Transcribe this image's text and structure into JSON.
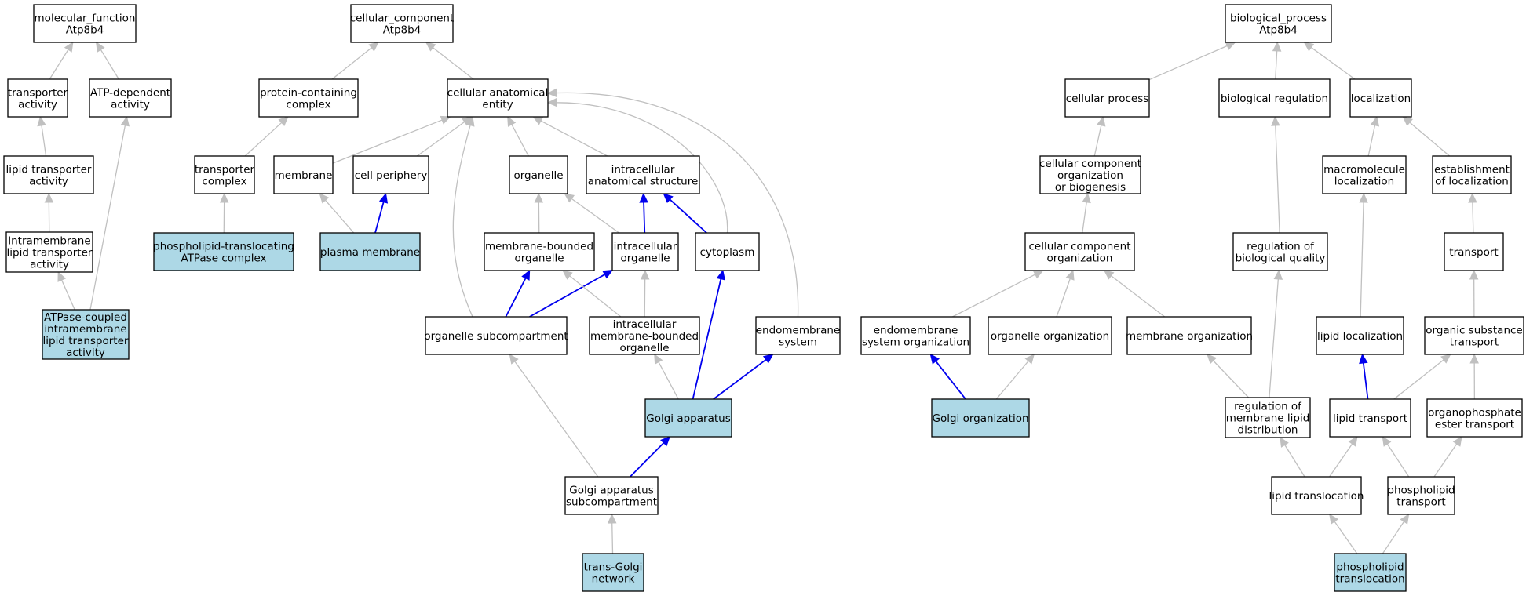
{
  "diagram": {
    "nodes": [
      {
        "id": "mf",
        "lines": [
          "molecular_function",
          "Atp8b4"
        ],
        "highlight": false
      },
      {
        "id": "ta",
        "lines": [
          "transporter",
          "activity"
        ],
        "highlight": false
      },
      {
        "id": "atpdep",
        "lines": [
          "ATP-dependent",
          "activity"
        ],
        "highlight": false
      },
      {
        "id": "lta",
        "lines": [
          "lipid transporter",
          "activity"
        ],
        "highlight": false
      },
      {
        "id": "imlta",
        "lines": [
          "intramembrane",
          "lipid transporter",
          "activity"
        ],
        "highlight": false
      },
      {
        "id": "atpcoupled",
        "lines": [
          "ATPase-coupled",
          "intramembrane",
          "lipid transporter",
          "activity"
        ],
        "highlight": true
      },
      {
        "id": "cc",
        "lines": [
          "cellular_component",
          "Atp8b4"
        ],
        "highlight": false
      },
      {
        "id": "pcc",
        "lines": [
          "protein-containing",
          "complex"
        ],
        "highlight": false
      },
      {
        "id": "cae",
        "lines": [
          "cellular anatomical",
          "entity"
        ],
        "highlight": false
      },
      {
        "id": "tc",
        "lines": [
          "transporter",
          "complex"
        ],
        "highlight": false
      },
      {
        "id": "membrane",
        "lines": [
          "membrane"
        ],
        "highlight": false
      },
      {
        "id": "cellper",
        "lines": [
          "cell periphery"
        ],
        "highlight": false
      },
      {
        "id": "organelle",
        "lines": [
          "organelle"
        ],
        "highlight": false
      },
      {
        "id": "ias",
        "lines": [
          "intracellular",
          "anatomical structure"
        ],
        "highlight": false
      },
      {
        "id": "pltc",
        "lines": [
          "phospholipid-translocating",
          "ATPase complex"
        ],
        "highlight": true
      },
      {
        "id": "pm",
        "lines": [
          "plasma membrane"
        ],
        "highlight": true
      },
      {
        "id": "mbo",
        "lines": [
          "membrane-bounded",
          "organelle"
        ],
        "highlight": false
      },
      {
        "id": "io",
        "lines": [
          "intracellular",
          "organelle"
        ],
        "highlight": false
      },
      {
        "id": "cyto",
        "lines": [
          "cytoplasm"
        ],
        "highlight": false
      },
      {
        "id": "osc",
        "lines": [
          "organelle subcompartment"
        ],
        "highlight": false
      },
      {
        "id": "imbo",
        "lines": [
          "intracellular",
          "membrane-bounded",
          "organelle"
        ],
        "highlight": false
      },
      {
        "id": "endosys",
        "lines": [
          "endomembrane",
          "system"
        ],
        "highlight": false
      },
      {
        "id": "golgi",
        "lines": [
          "Golgi apparatus"
        ],
        "highlight": true
      },
      {
        "id": "gas",
        "lines": [
          "Golgi apparatus",
          "subcompartment"
        ],
        "highlight": false
      },
      {
        "id": "tgn",
        "lines": [
          "trans-Golgi",
          "network"
        ],
        "highlight": true
      },
      {
        "id": "bp",
        "lines": [
          "biological_process",
          "Atp8b4"
        ],
        "highlight": false
      },
      {
        "id": "cellproc",
        "lines": [
          "cellular process"
        ],
        "highlight": false
      },
      {
        "id": "bioreg",
        "lines": [
          "biological regulation"
        ],
        "highlight": false
      },
      {
        "id": "loc",
        "lines": [
          "localization"
        ],
        "highlight": false
      },
      {
        "id": "ccob",
        "lines": [
          "cellular component",
          "organization",
          "or biogenesis"
        ],
        "highlight": false
      },
      {
        "id": "macloc",
        "lines": [
          "macromolecule",
          "localization"
        ],
        "highlight": false
      },
      {
        "id": "estloc",
        "lines": [
          "establishment",
          "of localization"
        ],
        "highlight": false
      },
      {
        "id": "cco",
        "lines": [
          "cellular component",
          "organization"
        ],
        "highlight": false
      },
      {
        "id": "rbq",
        "lines": [
          "regulation of",
          "biological quality"
        ],
        "highlight": false
      },
      {
        "id": "transport",
        "lines": [
          "transport"
        ],
        "highlight": false
      },
      {
        "id": "eso",
        "lines": [
          "endomembrane",
          "system organization"
        ],
        "highlight": false
      },
      {
        "id": "oo",
        "lines": [
          "organelle organization"
        ],
        "highlight": false
      },
      {
        "id": "mo",
        "lines": [
          "membrane organization"
        ],
        "highlight": false
      },
      {
        "id": "lipidloc",
        "lines": [
          "lipid localization"
        ],
        "highlight": false
      },
      {
        "id": "ost",
        "lines": [
          "organic substance",
          "transport"
        ],
        "highlight": false
      },
      {
        "id": "golgiorg",
        "lines": [
          "Golgi organization"
        ],
        "highlight": true
      },
      {
        "id": "rmld",
        "lines": [
          "regulation of",
          "membrane lipid",
          "distribution"
        ],
        "highlight": false
      },
      {
        "id": "lipidtr",
        "lines": [
          "lipid transport"
        ],
        "highlight": false
      },
      {
        "id": "opet",
        "lines": [
          "organophosphate",
          "ester transport"
        ],
        "highlight": false
      },
      {
        "id": "lipidtl",
        "lines": [
          "lipid translocation"
        ],
        "highlight": false
      },
      {
        "id": "pltr",
        "lines": [
          "phospholipid",
          "transport"
        ],
        "highlight": false
      },
      {
        "id": "pltl",
        "lines": [
          "phospholipid",
          "translocation"
        ],
        "highlight": true
      }
    ],
    "edges": [
      {
        "from": "ta",
        "to": "mf",
        "color": "gray"
      },
      {
        "from": "atpdep",
        "to": "mf",
        "color": "gray"
      },
      {
        "from": "lta",
        "to": "ta",
        "color": "gray"
      },
      {
        "from": "imlta",
        "to": "lta",
        "color": "gray"
      },
      {
        "from": "atpcoupled",
        "to": "imlta",
        "color": "gray"
      },
      {
        "from": "atpcoupled",
        "to": "atpdep",
        "color": "gray"
      },
      {
        "from": "pcc",
        "to": "cc",
        "color": "gray"
      },
      {
        "from": "cae",
        "to": "cc",
        "color": "gray"
      },
      {
        "from": "tc",
        "to": "pcc",
        "color": "gray"
      },
      {
        "from": "pltc",
        "to": "tc",
        "color": "gray"
      },
      {
        "from": "membrane",
        "to": "cae",
        "color": "gray"
      },
      {
        "from": "cellper",
        "to": "cae",
        "color": "gray"
      },
      {
        "from": "organelle",
        "to": "cae",
        "color": "gray"
      },
      {
        "from": "ias",
        "to": "cae",
        "color": "gray"
      },
      {
        "from": "cyto",
        "to": "cae",
        "color": "gray",
        "curve": "right"
      },
      {
        "from": "endosys",
        "to": "cae",
        "color": "gray",
        "curve": "wide"
      },
      {
        "from": "osc",
        "to": "cae",
        "color": "gray",
        "curve": "left"
      },
      {
        "from": "pm",
        "to": "membrane",
        "color": "gray"
      },
      {
        "from": "pm",
        "to": "cellper",
        "color": "blue"
      },
      {
        "from": "mbo",
        "to": "organelle",
        "color": "gray"
      },
      {
        "from": "io",
        "to": "organelle",
        "color": "gray"
      },
      {
        "from": "io",
        "to": "ias",
        "color": "blue"
      },
      {
        "from": "cyto",
        "to": "ias",
        "color": "blue"
      },
      {
        "from": "osc",
        "to": "mbo",
        "color": "blue"
      },
      {
        "from": "osc",
        "to": "io",
        "color": "blue"
      },
      {
        "from": "imbo",
        "to": "mbo",
        "color": "gray"
      },
      {
        "from": "imbo",
        "to": "io",
        "color": "gray"
      },
      {
        "from": "golgi",
        "to": "imbo",
        "color": "gray"
      },
      {
        "from": "golgi",
        "to": "cyto",
        "color": "blue"
      },
      {
        "from": "golgi",
        "to": "endosys",
        "color": "blue"
      },
      {
        "from": "gas",
        "to": "golgi",
        "color": "blue"
      },
      {
        "from": "gas",
        "to": "osc",
        "color": "gray"
      },
      {
        "from": "tgn",
        "to": "gas",
        "color": "gray"
      },
      {
        "from": "cellproc",
        "to": "bp",
        "color": "gray"
      },
      {
        "from": "bioreg",
        "to": "bp",
        "color": "gray"
      },
      {
        "from": "loc",
        "to": "bp",
        "color": "gray"
      },
      {
        "from": "ccob",
        "to": "cellproc",
        "color": "gray"
      },
      {
        "from": "cco",
        "to": "ccob",
        "color": "gray"
      },
      {
        "from": "eso",
        "to": "cco",
        "color": "gray"
      },
      {
        "from": "oo",
        "to": "cco",
        "color": "gray"
      },
      {
        "from": "mo",
        "to": "cco",
        "color": "gray"
      },
      {
        "from": "golgiorg",
        "to": "eso",
        "color": "blue"
      },
      {
        "from": "golgiorg",
        "to": "oo",
        "color": "gray"
      },
      {
        "from": "rbq",
        "to": "bioreg",
        "color": "gray"
      },
      {
        "from": "rmld",
        "to": "rbq",
        "color": "gray"
      },
      {
        "from": "rmld",
        "to": "mo",
        "color": "gray"
      },
      {
        "from": "macloc",
        "to": "loc",
        "color": "gray"
      },
      {
        "from": "estloc",
        "to": "loc",
        "color": "gray"
      },
      {
        "from": "transport",
        "to": "estloc",
        "color": "gray"
      },
      {
        "from": "ost",
        "to": "transport",
        "color": "gray"
      },
      {
        "from": "lipidloc",
        "to": "macloc",
        "color": "gray"
      },
      {
        "from": "lipidtr",
        "to": "lipidloc",
        "color": "blue"
      },
      {
        "from": "lipidtr",
        "to": "ost",
        "color": "gray"
      },
      {
        "from": "opet",
        "to": "ost",
        "color": "gray"
      },
      {
        "from": "lipidtl",
        "to": "rmld",
        "color": "gray"
      },
      {
        "from": "lipidtl",
        "to": "lipidtr",
        "color": "gray"
      },
      {
        "from": "pltr",
        "to": "lipidtr",
        "color": "gray"
      },
      {
        "from": "pltr",
        "to": "opet",
        "color": "gray"
      },
      {
        "from": "pltl",
        "to": "lipidtl",
        "color": "gray"
      },
      {
        "from": "pltl",
        "to": "pltr",
        "color": "gray"
      }
    ]
  }
}
